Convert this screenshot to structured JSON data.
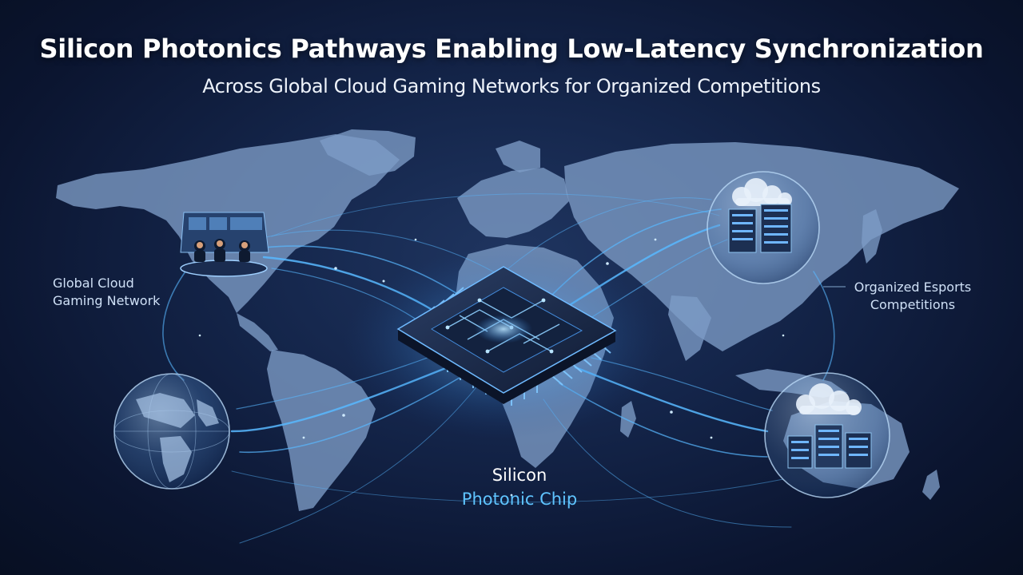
{
  "header": {
    "title": "Silicon Photonics Pathways Enabling Low-Latency Synchronization",
    "subtitle": "Across Global Cloud Gaming Networks for Organized Competitions"
  },
  "labels": {
    "network_line1": "Global Cloud",
    "network_line2": "Gaming Network",
    "esports_line1": "Organized Esports",
    "esports_line2": "Competitions",
    "chip_line1": "Silicon",
    "chip_line2": "Photonic Chip"
  },
  "colors": {
    "background": "#0b1530",
    "continent": "#7e9cc6",
    "light_path": "#58b8ff",
    "chip_text": "#5fc4ff"
  },
  "icons": {
    "chip": "photonic-chip-icon",
    "globe": "globe-icon",
    "server": "server-rack-icon",
    "cloud": "cloud-icon",
    "players": "gamer-team-icon"
  }
}
